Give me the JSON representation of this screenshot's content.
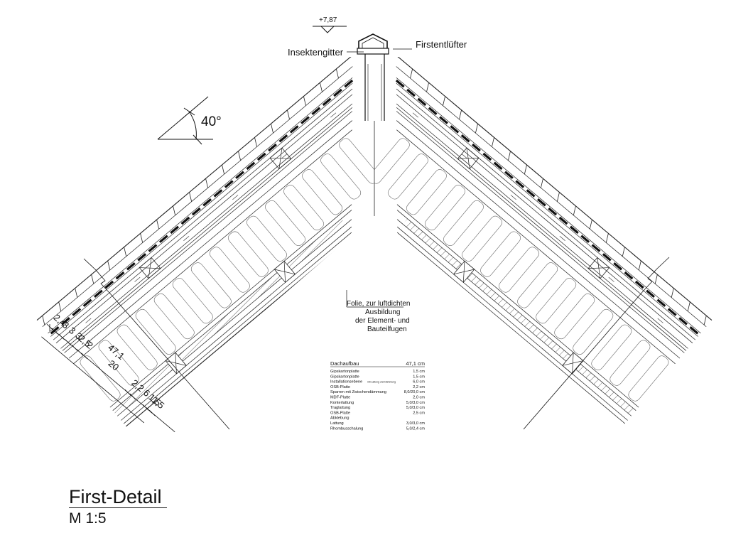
{
  "title": "First-Detail",
  "scale": "M 1:5",
  "elevation": "+7,87",
  "angle": "40°",
  "labels": {
    "insect_screen": "Insektengitter",
    "ridge_vent": "Firstentlüfter",
    "foil_note": [
      "Folie, zur luftdichten",
      "Ausbildung",
      "der Element- und",
      "Bauteilfugen"
    ]
  },
  "dimensions": {
    "layers": [
      "2,4",
      "3",
      "3",
      "3",
      "2,5",
      "2",
      "20",
      "2,2",
      "6",
      "1,5",
      "1,5"
    ],
    "total": "47,1"
  },
  "layer_table": {
    "header": {
      "name": "Dachaufbau",
      "value": "47,1 cm"
    },
    "rows": [
      {
        "name": "Gipskartonplatte",
        "note": "",
        "value": "1,5 cm"
      },
      {
        "name": "Gipskartonplatte",
        "note": "",
        "value": "1,5 cm"
      },
      {
        "name": "Installationsebene",
        "note": "mit Lattung und Dämmung",
        "value": "6,0 cm"
      },
      {
        "name": "OSB-Platte",
        "note": "",
        "value": "2,2 cm"
      },
      {
        "name": "Sparren mit Zwischendämmung",
        "note": "",
        "value": "8,0/20,0 cm"
      },
      {
        "name": "MDF-Platte",
        "note": "",
        "value": "2,0 cm"
      },
      {
        "name": "Konterlattung",
        "note": "",
        "value": "5,0/3,0 cm"
      },
      {
        "name": "Traglattung",
        "note": "",
        "value": "5,0/3,0 cm"
      },
      {
        "name": "OSB-Platte",
        "note": "",
        "value": "2,5 cm"
      },
      {
        "name": "Abklebung",
        "note": "",
        "value": ""
      },
      {
        "name": "Lattung",
        "note": "",
        "value": "3,0/3,0 cm"
      },
      {
        "name": "Rhombusschalung",
        "note": "",
        "value": "5,0/2,4 cm"
      }
    ]
  }
}
